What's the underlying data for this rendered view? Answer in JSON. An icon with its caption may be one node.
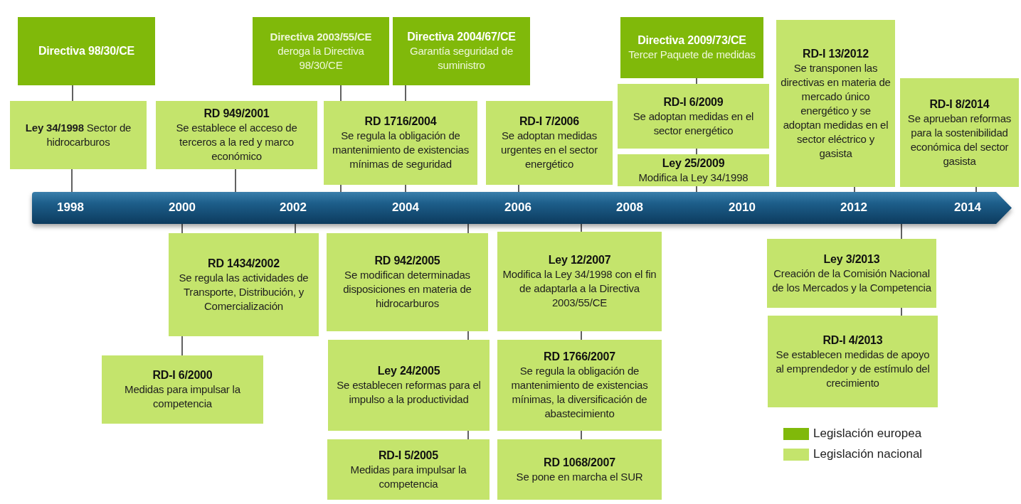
{
  "diagram": {
    "nodes": [
      {
        "text": [
          "Directiva 98/30/CE"
        ]
      },
      {
        "text": [
          "**Directiva 2003/55/CE** deroga la Directiva 98/30/CE"
        ]
      },
      {
        "text": [
          "Directiva 2004/67/CE",
          "Garantía seguridad de suministro"
        ]
      },
      {
        "text": [
          "Directiva 2009/73/CE",
          "Tercer Paquete de medidas"
        ]
      },
      {
        "text": [
          "**Ley 34/1998** Sector de hidrocarburos"
        ]
      },
      {
        "text": [
          "RD 949/2001",
          "Se establece el acceso de terceros a la red y marco económico"
        ]
      },
      {
        "text": [
          "RD 1716/2004",
          "Se regula la obligación de mantenimiento de existencias mínimas de seguridad"
        ]
      },
      {
        "text": [
          "RD-I 7/2006",
          "Se adoptan medidas urgentes en el sector energético"
        ]
      },
      {
        "text": [
          "RD-I 6/2009",
          "Se adoptan medidas en el sector energético"
        ]
      },
      {
        "text": [
          "Ley 25/2009",
          "Modifica la Ley 34/1998"
        ]
      },
      {
        "text": [
          "RD-I 13/2012",
          "Se transponen las directivas en materia de mercado único energético y se adoptan medidas en el sector eléctrico y gasista"
        ]
      },
      {
        "text": [
          "RD-I 8/2014",
          "Se aprueban reformas para la sostenibilidad económica del sector gasista"
        ]
      },
      {
        "text": [
          "1998",
          "2000",
          "2002",
          "2004",
          "2006",
          "2008",
          "2010",
          "2012",
          "2014"
        ]
      },
      {
        "text": [
          "RD 1434/2002",
          "Se regula las actividades de Transporte, Distribución, y Comercialización"
        ]
      },
      {
        "text": [
          "RD 942/2005",
          "Se modifican determinadas disposiciones en materia de hidrocarburos"
        ]
      },
      {
        "text": [
          "Ley 12/2007",
          "Modifica la Ley 34/1998 con el fin de adaptarla a la Directiva 2003/55/CE"
        ]
      },
      {
        "text": [
          "Ley 3/2013",
          "Creación de la Comisión Nacional de los Mercados y la Competencia"
        ]
      },
      {
        "text": [
          "RD-I 6/2000",
          "Medidas para impulsar la competencia"
        ]
      },
      {
        "text": [
          "Ley 24/2005",
          "Se establecen reformas para el impulso a la productividad"
        ]
      },
      {
        "text": [
          "RD 1766/2007",
          "Se regula la obligación de mantenimiento de existencias mínimas, la diversificación de abastecimiento"
        ]
      },
      {
        "text": [
          "RD-I 4/2013",
          "Se establecen medidas de apoyo al emprendedor y de estímulo del crecimiento"
        ]
      },
      {
        "text": [
          "RD-I 5/2005",
          "Medidas para impulsar la competencia"
        ]
      },
      {
        "text": [
          "RD 1068/2007",
          "Se pone en marcha el SUR"
        ]
      }
    ],
    "edges": [
      {
        "from": 0,
        "to": 4,
        "arrow": "none"
      },
      {
        "from": 4,
        "to": 12,
        "arrow": "none"
      },
      {
        "from": 5,
        "to": 12,
        "arrow": "none"
      },
      {
        "from": 1,
        "to": 6,
        "arrow": "none"
      },
      {
        "from": 2,
        "to": 6,
        "arrow": "none"
      },
      {
        "from": 6,
        "to": 12,
        "arrow": "none"
      },
      {
        "from": 6,
        "to": 12,
        "arrow": "none"
      },
      {
        "from": 7,
        "to": 12,
        "arrow": "none"
      },
      {
        "from": 3,
        "to": 8,
        "arrow": "none"
      },
      {
        "from": 8,
        "to": 9,
        "arrow": "none"
      },
      {
        "from": 9,
        "to": 12,
        "arrow": "none"
      },
      {
        "from": 10,
        "to": 12,
        "arrow": "none"
      },
      {
        "from": 11,
        "to": 12,
        "arrow": "none"
      },
      {
        "from": 12,
        "to": 13,
        "arrow": "none"
      },
      {
        "from": 12,
        "to": 13,
        "arrow": "none"
      },
      {
        "from": 13,
        "to": 17,
        "arrow": "none"
      },
      {
        "from": 12,
        "to": 14,
        "arrow": "none"
      },
      {
        "from": 14,
        "to": 18,
        "arrow": "none"
      },
      {
        "from": 18,
        "to": 21,
        "arrow": "none"
      },
      {
        "from": 12,
        "to": 15,
        "arrow": "none"
      },
      {
        "from": 15,
        "to": 19,
        "arrow": "none"
      },
      {
        "from": 19,
        "to": 22,
        "arrow": "none"
      },
      {
        "from": 12,
        "to": 16,
        "arrow": "none"
      },
      {
        "from": 16,
        "to": 20,
        "arrow": "none"
      }
    ],
    "legend": [
      {
        "text": "Legislación europea",
        "color": "#80b90a"
      },
      {
        "text": "Legislación nacional",
        "color": "#c4e46c"
      }
    ]
  }
}
